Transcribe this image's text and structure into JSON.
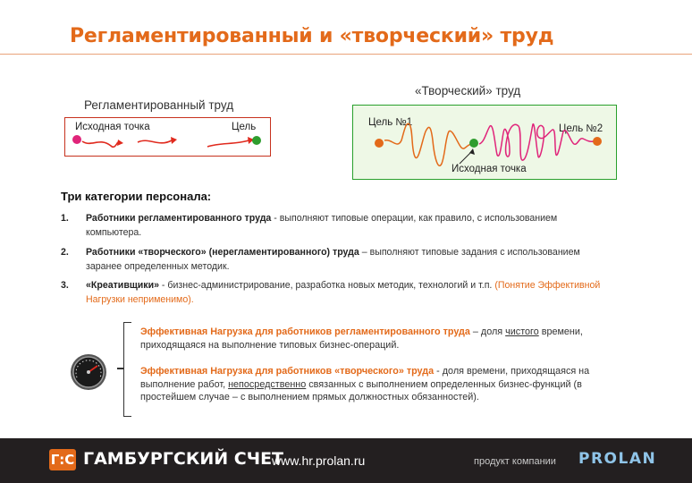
{
  "title": "Регламентированный и «творческий» труд",
  "diagram_left": {
    "caption": "Регламентированный труд",
    "start_label": "Исходная точка",
    "goal_label": "Цель"
  },
  "diagram_right": {
    "caption": "«Творческий» труд",
    "goal1_label": "Цель №1",
    "goal2_label": "Цель №2",
    "start_label": "Исходная точка"
  },
  "categories": {
    "title": "Три категории персонала:",
    "items": [
      {
        "num": "1.",
        "bold": "Работники регламентированного  труда",
        "text": " - выполняют типовые операции, как правило, с использованием компьютера."
      },
      {
        "num": "2.",
        "bold": "Работники «творческого» (нерегламентированного) труда",
        "text": " – выполняют типовые задания с использованием заранее определенных методик."
      },
      {
        "num": "3.",
        "bold": "«Креативщики»",
        "text": " - бизнес-администрирование, разработка новых методик, технологий и т.п. ",
        "note": "(Понятие Эффективной Нагрузки неприменимо)."
      }
    ]
  },
  "effective": {
    "p1": {
      "hl": "Эффективная Нагрузка для работников регламентированного труда",
      "a": " – доля ",
      "u": "чистого",
      "b": " времени, приходящаяся на выполнение типовых бизнес-операций."
    },
    "p2": {
      "hl": "Эффективная Нагрузка для работников «творческого» труда",
      "a": " - доля времени, приходящаяся на выполнение работ, ",
      "u": "непосредственно",
      "b": " связанных с выполнением определенных бизнес-функций (в простейшем случае – с выполнением прямых должностных обязанностей)."
    }
  },
  "footer": {
    "logo_mark": "Г:С",
    "brand": "ГАМБУРГСКИЙ СЧЕТ",
    "url": "www.hr.prolan.ru",
    "product": "продукт компании",
    "company": "PROLAN"
  },
  "colors": {
    "accent": "#e36a1a",
    "red": "#c7321e",
    "green": "#29a02c",
    "magenta": "#e0247a",
    "footer_bg": "#231f20"
  }
}
